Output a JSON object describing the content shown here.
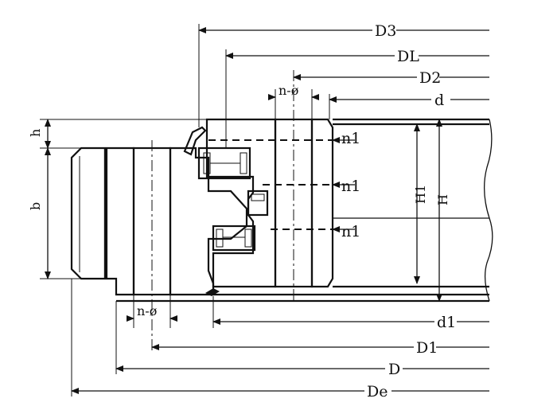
{
  "labels": {
    "D3": "D3",
    "DL": "DL",
    "D2": "D2",
    "d": "d",
    "n_phi_top": "n-ø",
    "n_phi_bottom": "n-ø",
    "n1": "n1",
    "H1": "H1",
    "H": "H",
    "h": "h",
    "b": "b",
    "d1": "d1",
    "D1": "D1",
    "D": "D",
    "De": "De"
  }
}
